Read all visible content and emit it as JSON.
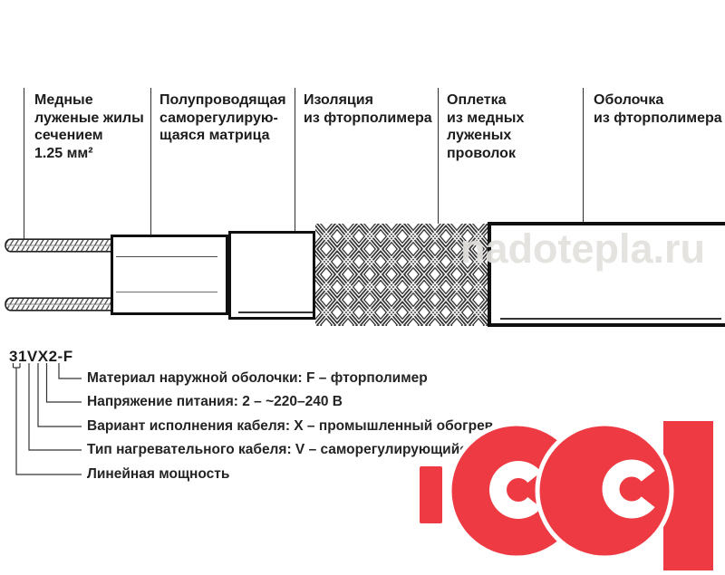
{
  "diagram": {
    "layer_labels": [
      {
        "text": "Медные\nлуженые жилы\nсечением\n1.25 мм²"
      },
      {
        "text": "Полупроводящая\nсаморегулирую-\nщаяся матрица"
      },
      {
        "text": "Изоляция\nиз фторполимера"
      },
      {
        "text": "Оплетка\nиз медных\nлуженых\nпроволок"
      },
      {
        "text": "Оболочка\nиз фторполимера"
      }
    ]
  },
  "model": {
    "code": "31VX2-F",
    "decoding": [
      {
        "text": "Материал наружной оболочки: F – фторполимер"
      },
      {
        "text": "Напряжение питания: 2 – ~220–240 В"
      },
      {
        "text": "Вариант исполнения кабеля: X – промышленный обогрев"
      },
      {
        "text": "Тип нагревательного кабеля: V – саморегулирующийся"
      },
      {
        "text": "Линейная мощность"
      }
    ]
  },
  "watermark": {
    "text": "nadotepla.ru"
  },
  "colors": {
    "brand_red": "#EE3B43",
    "line_color": "#2F2F2F",
    "text_color": "#1C1C1C",
    "watermark_color": "#E3E1DE"
  }
}
